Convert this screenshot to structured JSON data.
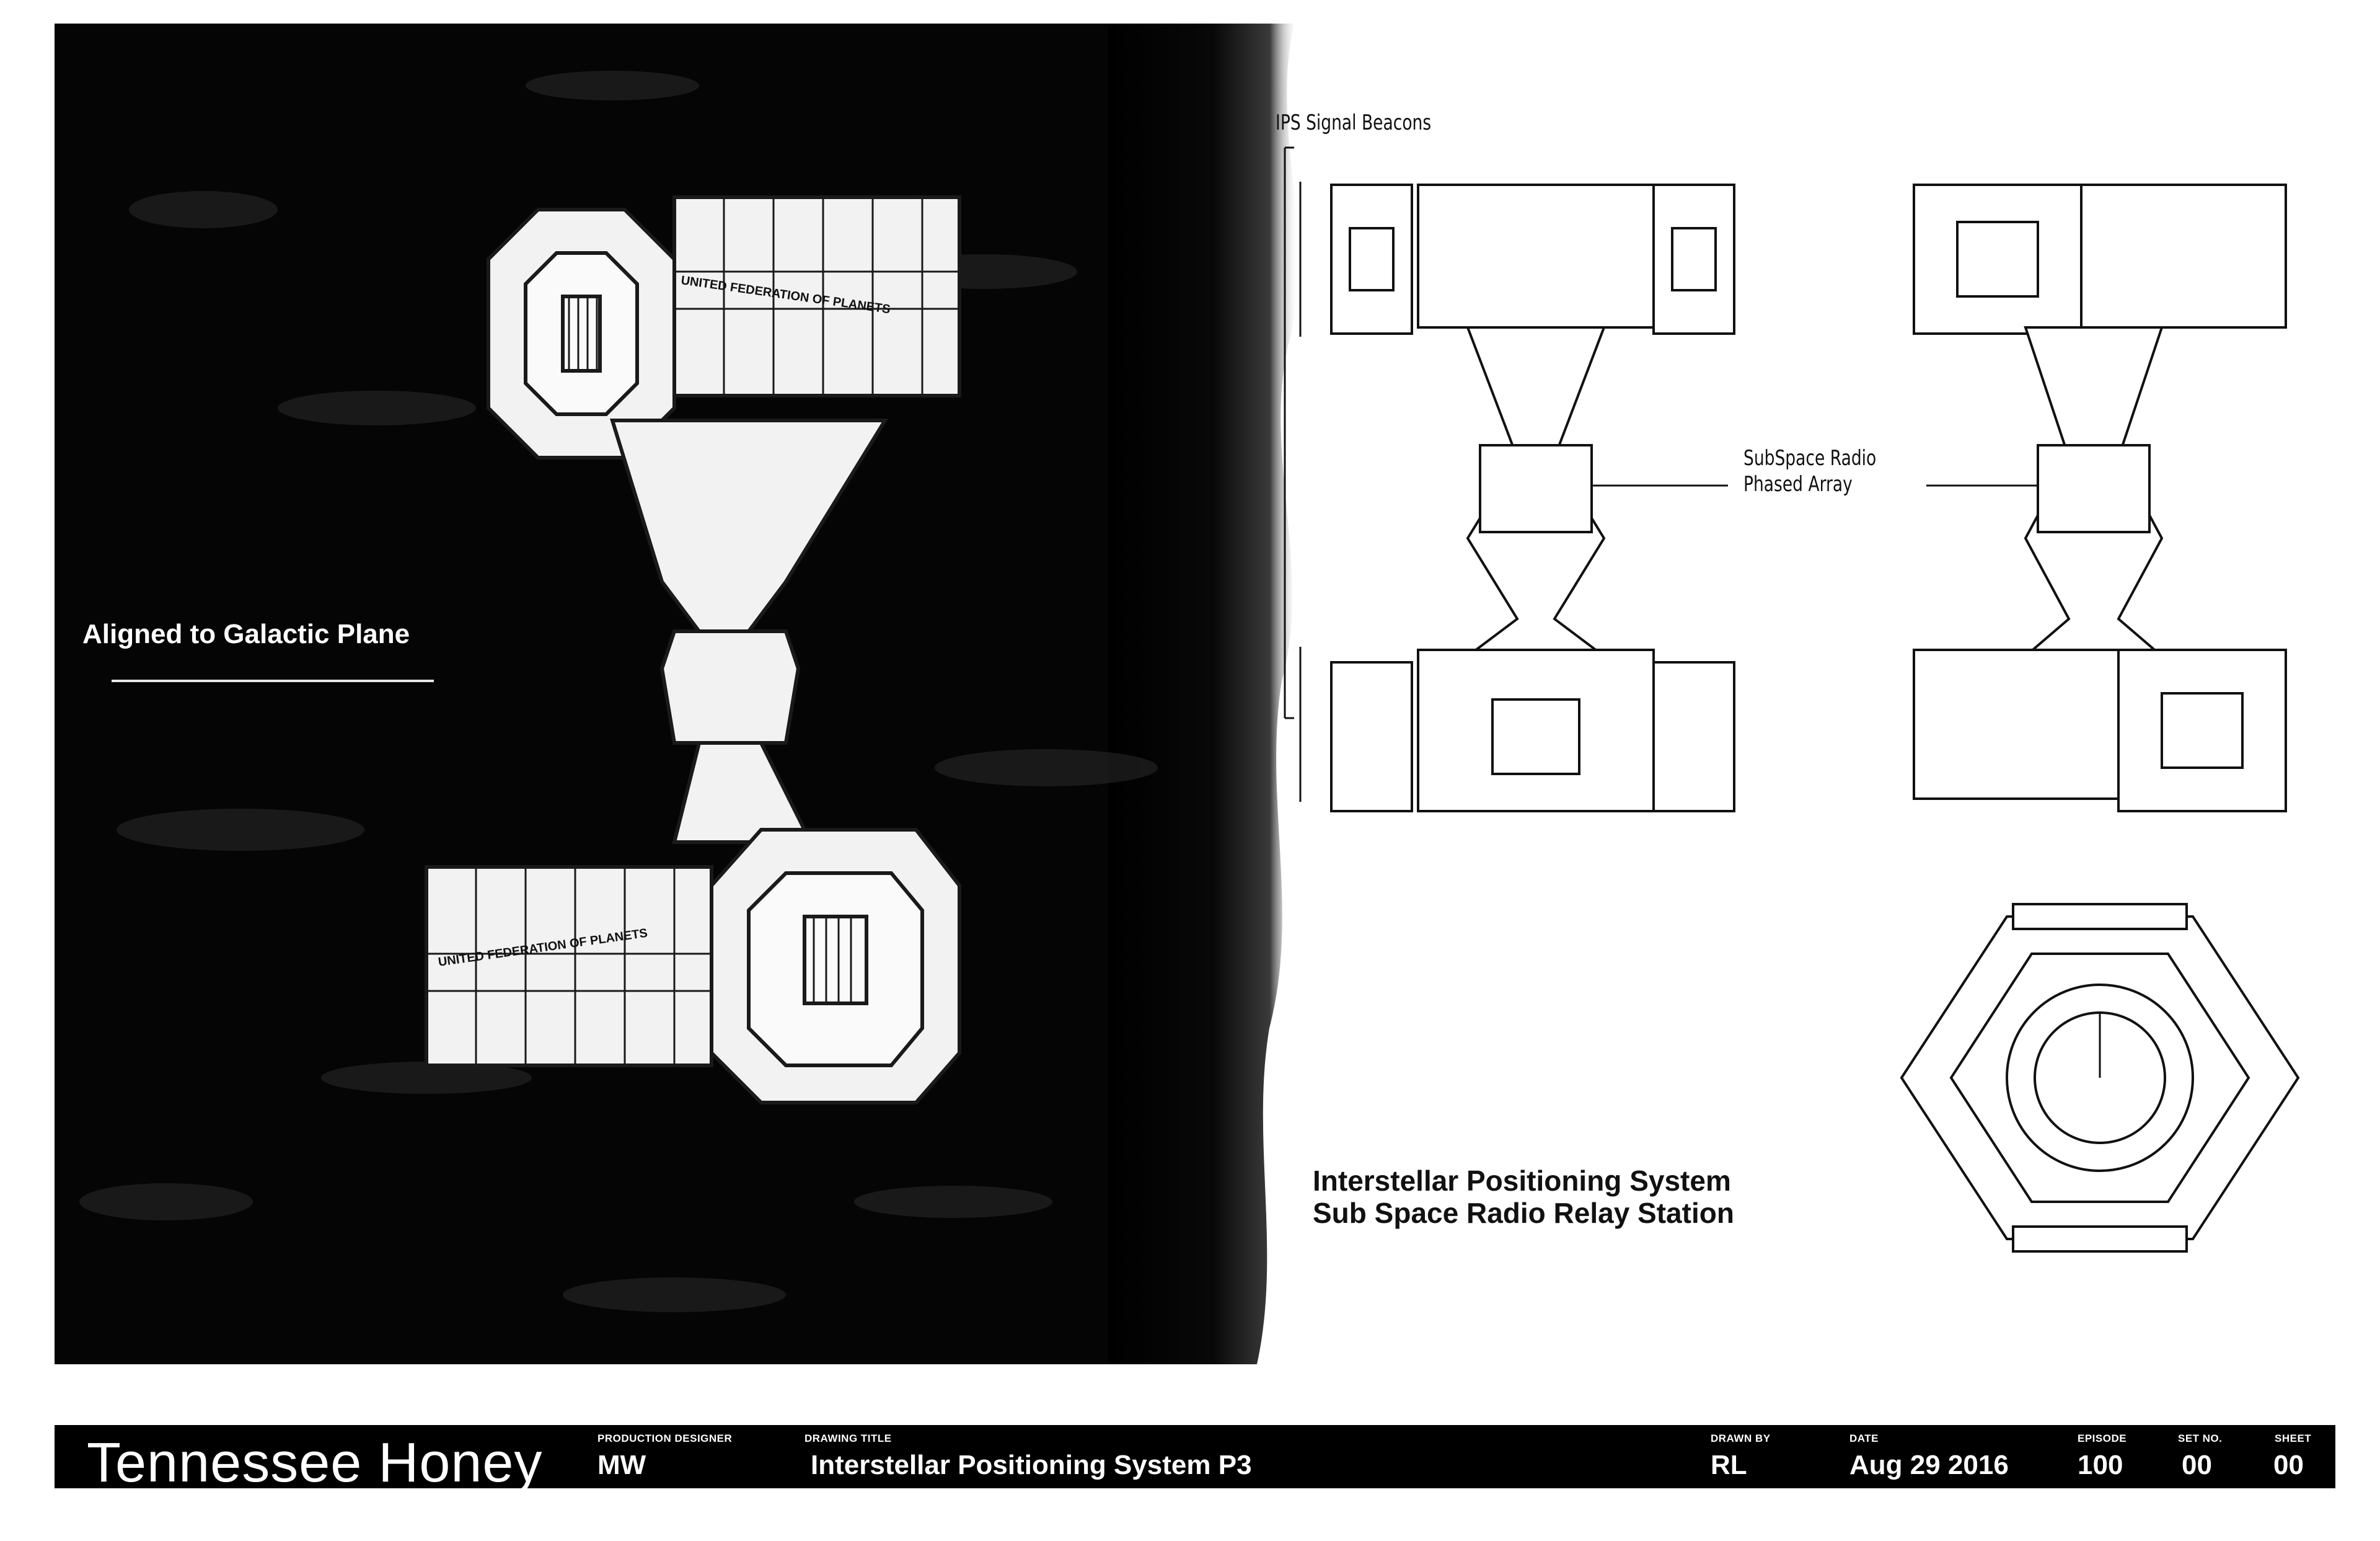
{
  "labels": {
    "galactic": "Aligned to Galactic Plane",
    "beacons": "IPS Signal Beacons",
    "radio_line1": "SubSpace Radio",
    "radio_line2": "Phased Array",
    "title_line1": "Interstellar Positioning System",
    "title_line2": "Sub Space Radio Relay Station",
    "panel_text": "UNITED FEDERATION OF PLANETS"
  },
  "footer": {
    "brand": "Tennessee Honey",
    "production_designer_caption": "PRODUCTION DESIGNER",
    "production_designer": "MW",
    "drawing_title_caption": "DRAWING TITLE",
    "drawing_title": "Interstellar Positioning System P3",
    "drawn_by_caption": "DRAWN BY",
    "drawn_by": "RL",
    "date_caption": "DATE",
    "date": "Aug 29 2016",
    "episode_caption": "EPISODE",
    "episode": "100",
    "set_caption": "SET NO.",
    "set": "00",
    "sheet_caption": "SHEET",
    "sheet": "00"
  },
  "colors": {
    "space": "#050505",
    "line": "#1a1a1a",
    "hull": "#f2f2f2",
    "footer": "#000000"
  }
}
